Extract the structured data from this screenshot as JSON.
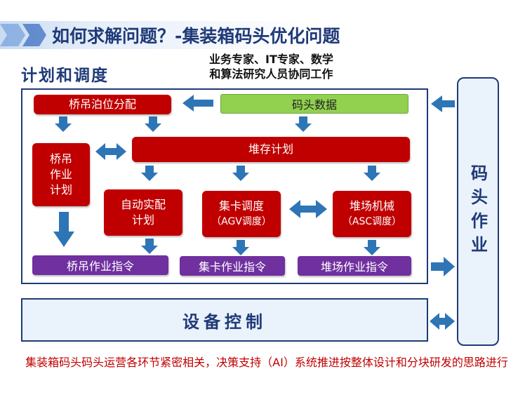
{
  "title": "如何求解问题？-集装箱码头优化问题",
  "subtitle_lines": [
    "业务专家、IT专家、数学",
    "和算法研究人员协同工作"
  ],
  "planning_label": "计划和调度",
  "boxes": {
    "berth_alloc": "桥吊泊位分配",
    "terminal_data": "码头数据",
    "qc_plan": [
      "桥吊",
      "作业",
      "计划"
    ],
    "yard_plan": "堆存计划",
    "auto_match": [
      "自动实配",
      "计划"
    ],
    "truck_sched": [
      "集卡调度",
      "（AGV调度）"
    ],
    "yard_crane": [
      "堆场机械",
      "（ASC调度）"
    ]
  },
  "instructions": {
    "qc": "桥吊作业指令",
    "truck": "集卡作业指令",
    "yard": "堆场作业指令"
  },
  "equipment_control": "设备控制",
  "wharf_operation": "码头作业",
  "footer": "集装箱码头码头运营各环节紧密相关，决策支持（AI）系统推进按整体设计和分块研发的思路进行",
  "colors": {
    "navy": "#1f3a78",
    "red": "#c00000",
    "green": "#92d050",
    "purple": "#7030a0",
    "arrow": "#2e75b6"
  }
}
